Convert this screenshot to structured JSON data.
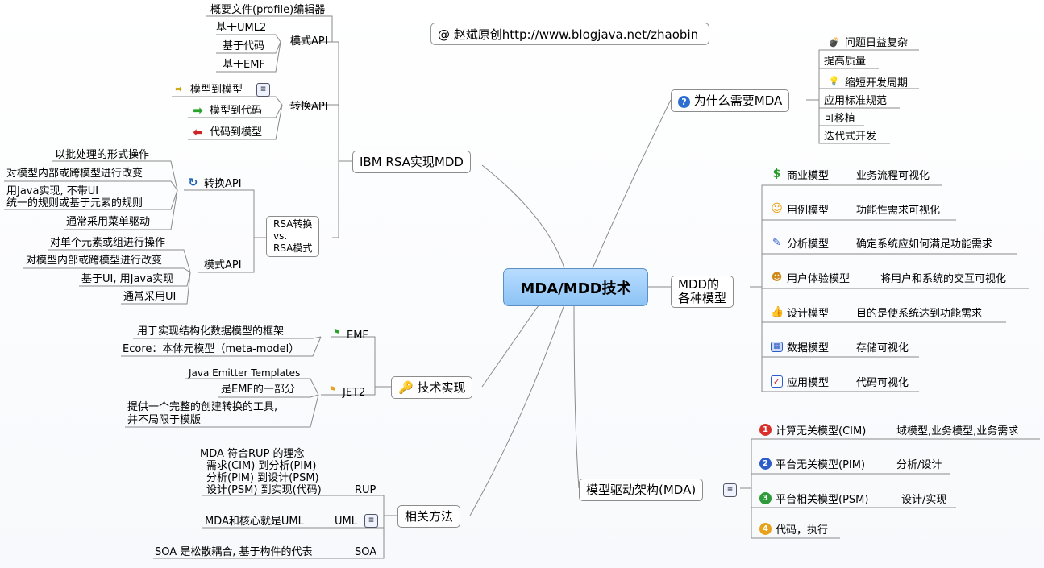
{
  "central": "MDA/MDD技术",
  "banner": "@ 赵斌原创http://www.blogjava.net/zhaobin",
  "ibm": {
    "title": "IBM RSA实现MDD",
    "pattern_api": "模式API",
    "profile_editor": "概要文件(profile)编辑器",
    "uml2": "基于UML2",
    "code": "基于代码",
    "emf": "基于EMF",
    "transform_api": "转换API",
    "m2m": "模型到模型",
    "m2c": "模型到代码",
    "c2m": "代码到模型",
    "rsa_line1": "RSA转换",
    "rsa_line2": "vs.",
    "rsa_line3": "RSA模式",
    "t_api": "转换API",
    "t1": "以批处理的形式操作",
    "t2": "对模型内部或跨模型进行改变",
    "t3": "用Java实现, 不带UI",
    "t4": "统一的规则或基于元素的规则",
    "t5": "通常采用菜单驱动",
    "p_api": "模式API",
    "p1": "对单个元素或组进行操作",
    "p2": "对模型内部或跨模型进行改变",
    "p3": "基于UI, 用Java实现",
    "p4": "通常采用UI"
  },
  "tech": {
    "title": "技术实现",
    "emf": "EMF",
    "emf1": "用于实现结构化数据模型的框架",
    "emf2": "Ecore：本体元模型（meta-model）",
    "jet2": "JET2",
    "jet_a": "Java Emitter Templates",
    "jet_b": "是EMF的一部分",
    "jet_c1": "提供一个完整的创建转换的工具,",
    "jet_c2": "并不局限于模版"
  },
  "methods": {
    "title": "相关方法",
    "rup": "RUP",
    "rup1": "MDA 符合RUP 的理念",
    "rup2": "需求(CIM) 到分析(PIM)",
    "rup3": "分析(PIM) 到设计(PSM)",
    "rup4": "设计(PSM) 到实现(代码)",
    "uml": "UML",
    "uml1": "MDA和核心就是UML",
    "soa": "SOA",
    "soa1": "SOA 是松散耦合, 基于构件的代表"
  },
  "why": {
    "title": "为什么需要MDA",
    "items": [
      "问题日益复杂",
      "提高质量",
      "缩短开发周期",
      "应用标准规范",
      "可移植",
      "迭代式开发"
    ]
  },
  "mdd": {
    "title1": "MDD的",
    "title2": "各种模型",
    "models": [
      {
        "name": "商业模型",
        "desc": "业务流程可视化"
      },
      {
        "name": "用例模型",
        "desc": "功能性需求可视化"
      },
      {
        "name": "分析模型",
        "desc": "确定系统应如何满足功能需求"
      },
      {
        "name": "用户体验模型",
        "desc": "将用户和系统的交互可视化"
      },
      {
        "name": "设计模型",
        "desc": "目的是使系统达到功能需求"
      },
      {
        "name": "数据模型",
        "desc": "存储可视化"
      },
      {
        "name": "应用模型",
        "desc": "代码可视化"
      }
    ]
  },
  "mda": {
    "title": "模型驱动架构(MDA)",
    "items": [
      {
        "num": "1",
        "name": "计算无关模型(CIM)",
        "desc": "域模型,业务模型,业务需求"
      },
      {
        "num": "2",
        "name": "平台无关模型(PIM)",
        "desc": "分析/设计"
      },
      {
        "num": "3",
        "name": "平台相关模型(PSM)",
        "desc": "设计/实现"
      },
      {
        "num": "4",
        "name": "代码，执行",
        "desc": ""
      }
    ]
  },
  "colors": {
    "central_fill": "#9ccbf7",
    "line": "#8a8a8a",
    "num1": "#d9302b",
    "num2": "#2d5cc9",
    "num3": "#2e9a3a",
    "num4": "#e8a21a"
  }
}
